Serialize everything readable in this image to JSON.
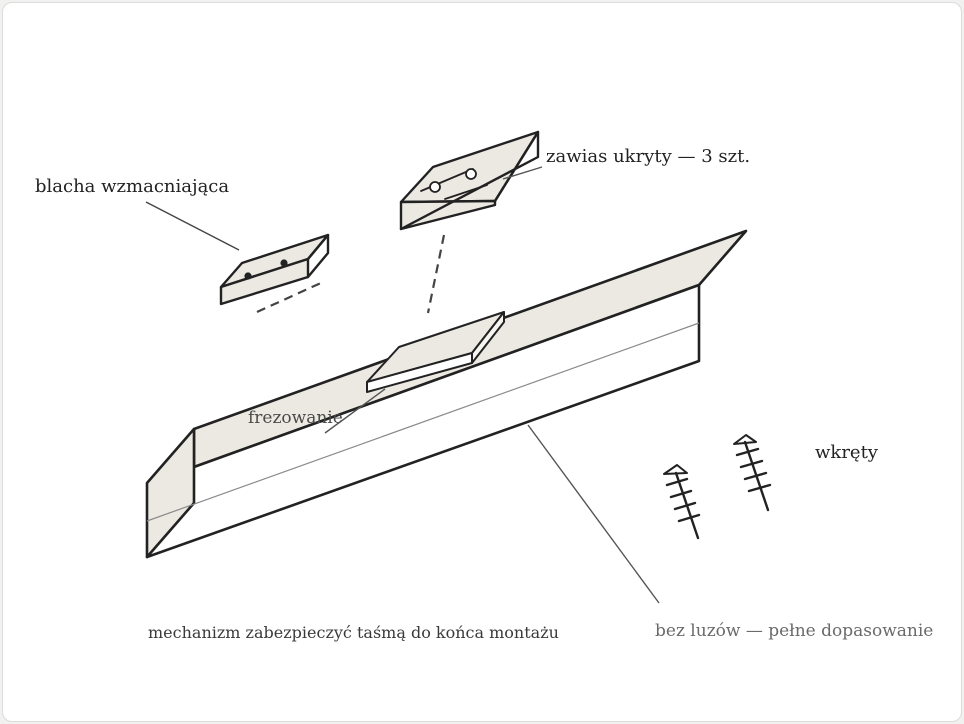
{
  "labels": {
    "reinforcing_plate": "blacha wzmacniająca",
    "hidden_hinge": "zawias ukryty — 3 szt.",
    "milling": "frezowanie",
    "screws": "wkręty",
    "tape_note": "mechanizm zabezpieczyć taśmą do końca montażu",
    "fit_note": "bez luzów — pełne dopasowanie"
  },
  "colors": {
    "stroke": "#222222",
    "panel_fill": "#ece9e3",
    "leader": "#555555",
    "background": "#ffffff"
  },
  "icons": {
    "screw": "screw-icon"
  }
}
